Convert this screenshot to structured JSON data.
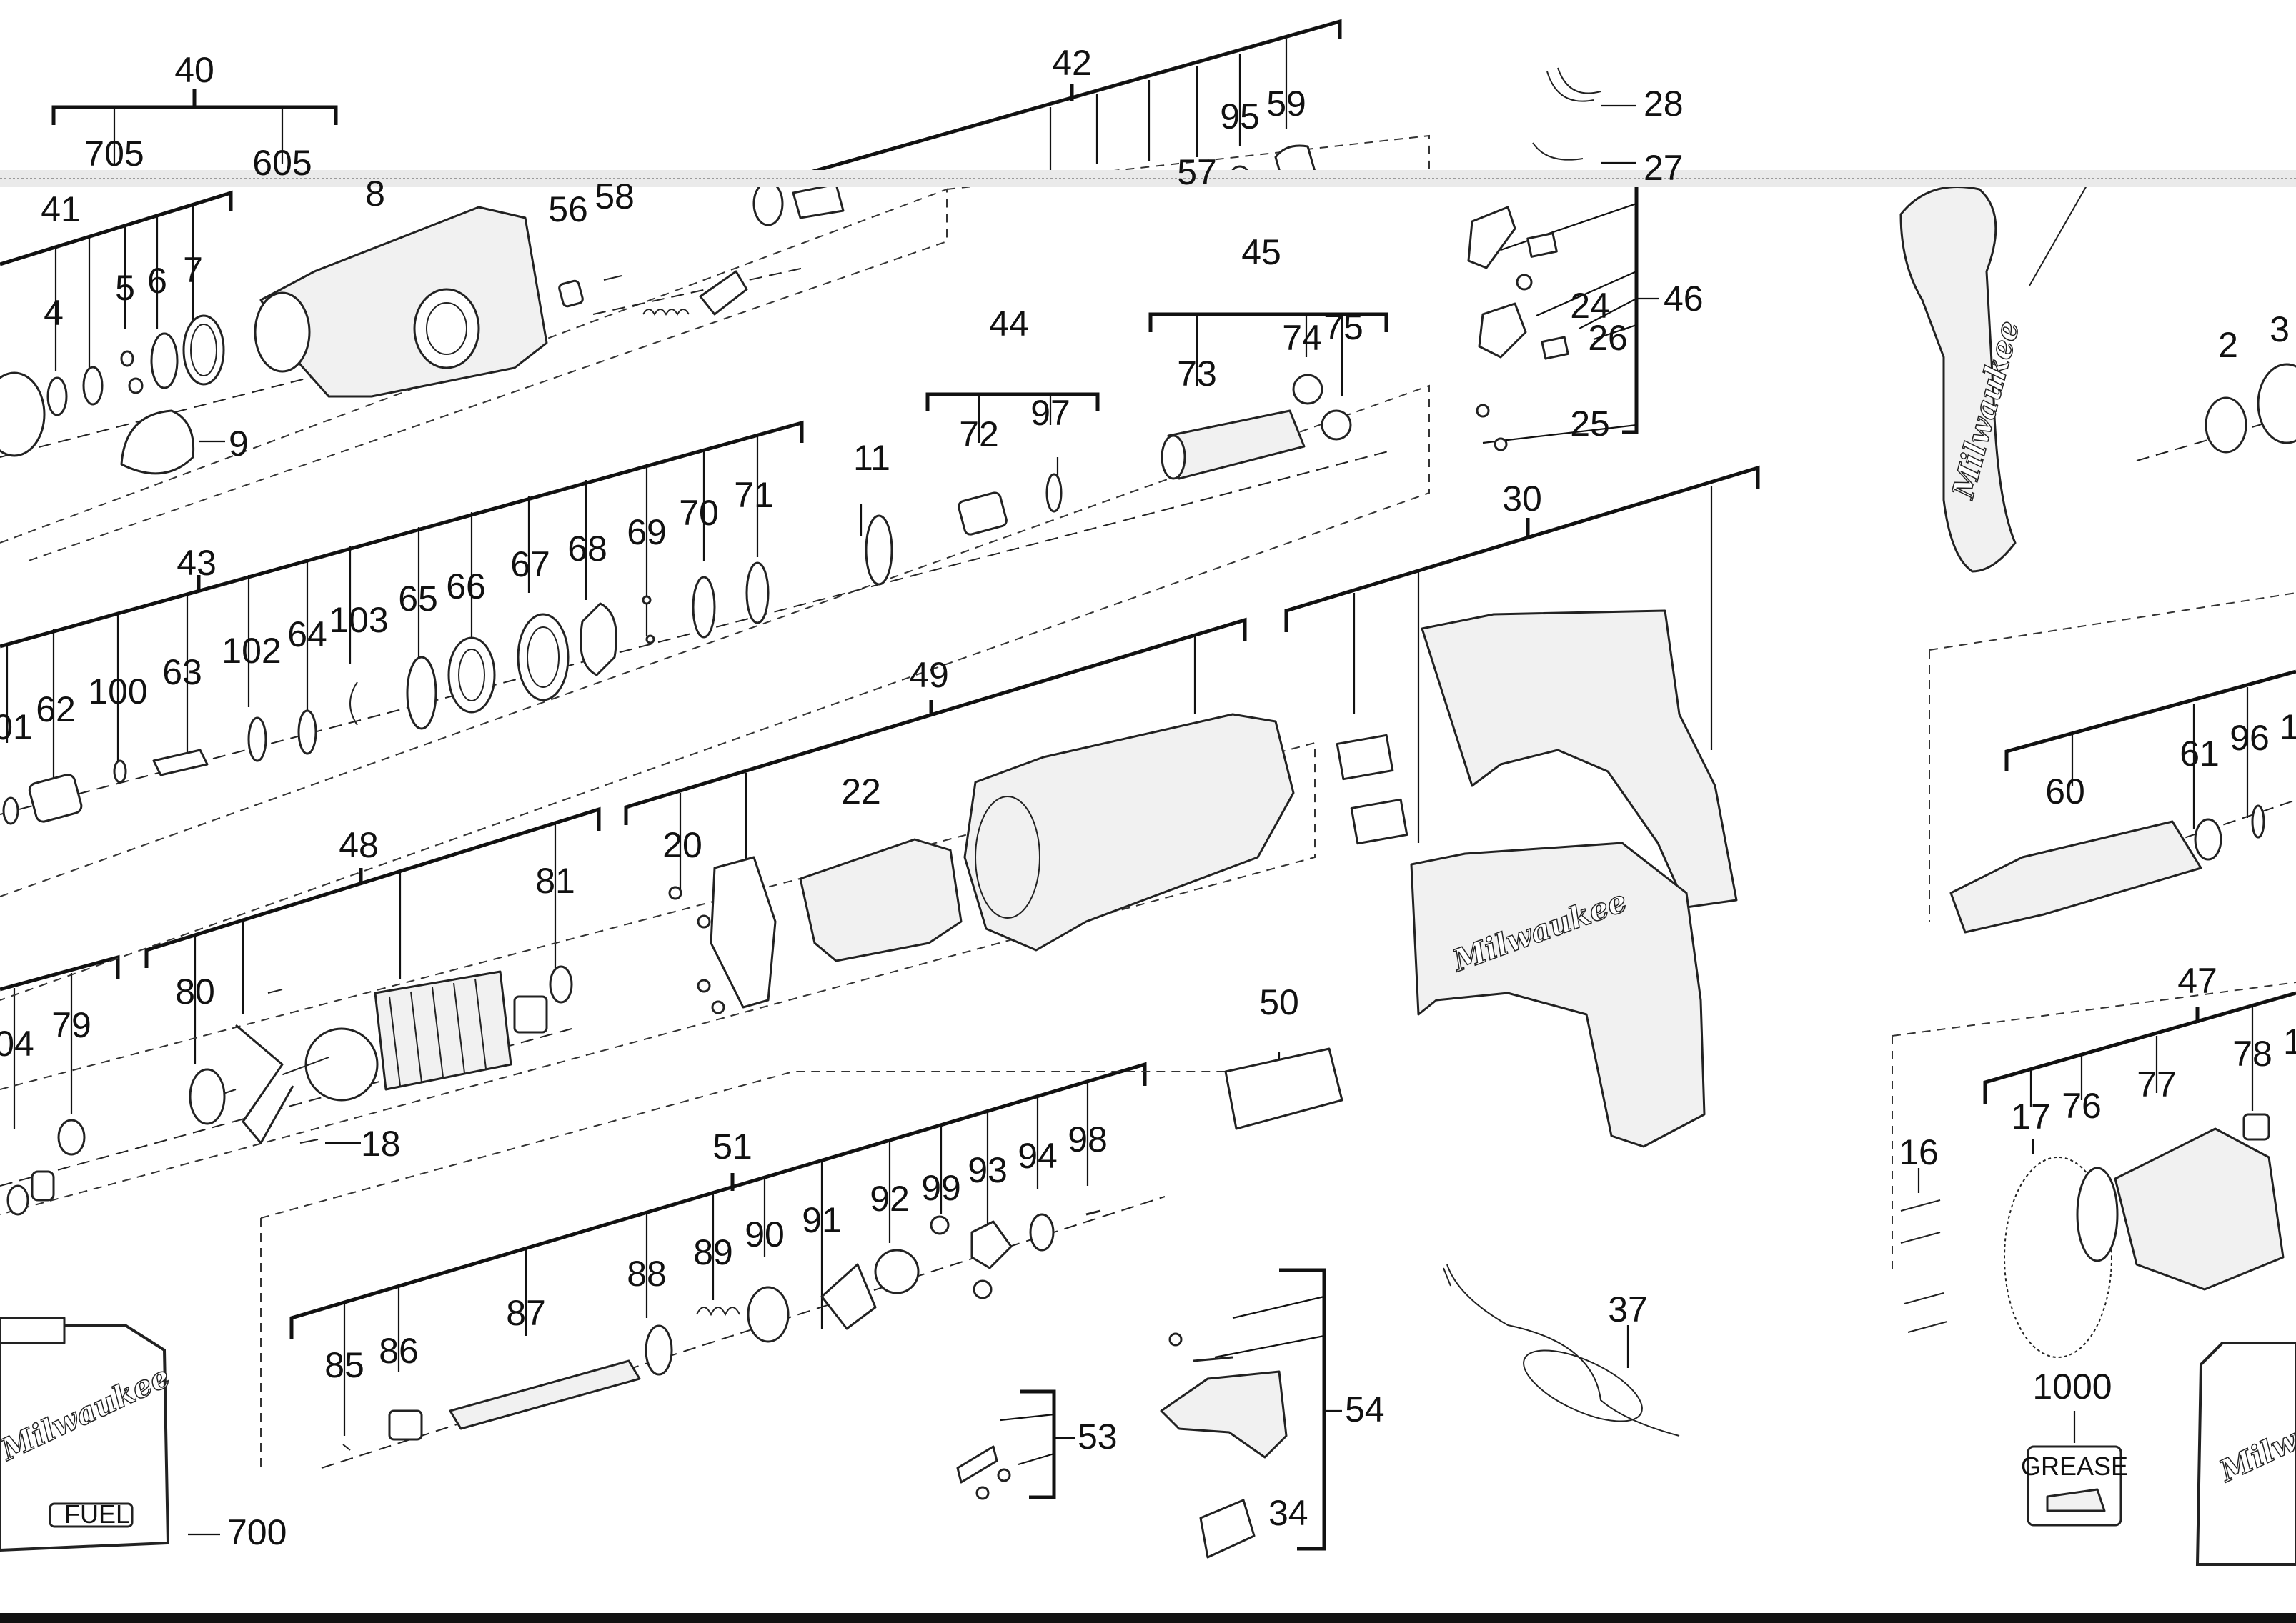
{
  "diagram": {
    "callouts": {
      "c40": "40",
      "c705": "705",
      "c605": "605",
      "c42": "42",
      "c95": "95",
      "c59": "59",
      "c57": "57",
      "c28": "28",
      "c27": "27",
      "c41": "41",
      "c4": "4",
      "c5": "5",
      "c6": "6",
      "c7": "7",
      "c8": "8",
      "c56": "56",
      "c58": "58",
      "c9": "9",
      "c45": "45",
      "c73": "73",
      "c74": "74",
      "c75": "75",
      "c44": "44",
      "c72": "72",
      "c97": "97",
      "c24": "24",
      "c26": "26",
      "c46": "46",
      "c25": "25",
      "c2": "2",
      "c3": "3",
      "c43": "43",
      "c11": "11",
      "c71": "71",
      "c70": "70",
      "c69": "69",
      "c68": "68",
      "c67": "67",
      "c66": "66",
      "c65": "65",
      "c103": "103",
      "c64": "64",
      "c102": "102",
      "c63": "63",
      "c100": "100",
      "c62": "62",
      "c101": "01",
      "c30": "30",
      "c49": "49",
      "c22": "22",
      "c20": "20",
      "c60": "60",
      "c61": "61",
      "c96": "96",
      "c16r": "1(",
      "c48": "48",
      "c81": "81",
      "c80": "80",
      "c104": "04",
      "c79": "79",
      "c18": "18",
      "c50": "50",
      "c47": "47",
      "c78": "78",
      "c1r": "1",
      "c77": "77",
      "c76": "76",
      "c17": "17",
      "c16": "16",
      "c51": "51",
      "c98": "98",
      "c94": "94",
      "c93": "93",
      "c99": "99",
      "c92": "92",
      "c91": "91",
      "c90": "90",
      "c89": "89",
      "c88": "88",
      "c87": "87",
      "c86": "86",
      "c85": "85",
      "c37": "37",
      "c1000": "1000",
      "c54": "54",
      "c53": "53",
      "c34": "34",
      "c700": "700"
    },
    "brand_marks": {
      "handle": "Milwaukee",
      "side_handle": "Milwaukee",
      "case_left": "Milwaukee",
      "case_right": "Milwaukee",
      "case_badge": "FUEL"
    },
    "grease_label": "GREASE"
  }
}
